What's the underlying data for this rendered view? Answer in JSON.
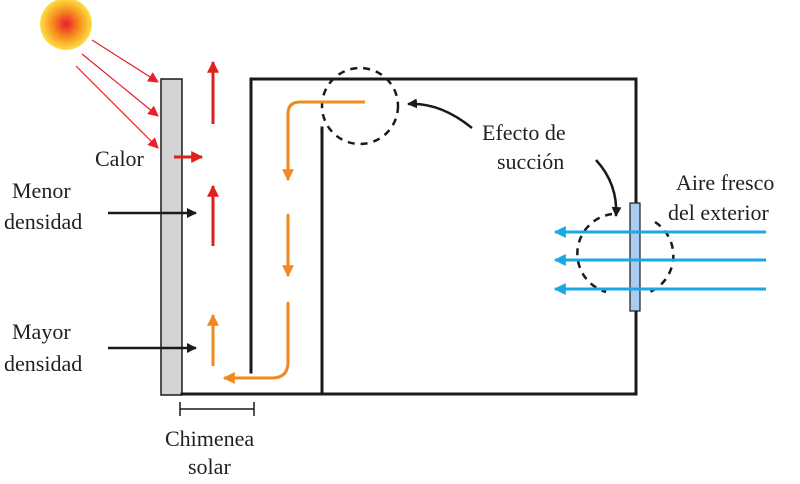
{
  "labels": {
    "calor": "Calor",
    "menor_line1": "Menor",
    "menor_line2": "densidad",
    "mayor_line1": "Mayor",
    "mayor_line2": "densidad",
    "efecto_line1": "Efecto de",
    "efecto_line2": "succión",
    "aire_line1": "Aire fresco",
    "aire_line2": "del exterior",
    "chimenea_line1": "Chimenea",
    "chimenea_line2": "solar"
  },
  "colors": {
    "sun_core": "#e8202a",
    "sun_edge": "#fde047",
    "sun_rays": "#e8202a",
    "heat_arrows": "#e0201e",
    "warm_air_arrows": "#f08a1e",
    "fresh_air_arrows": "#1aa8e6",
    "wall": "#d4d4d6",
    "window": "#a9cdef",
    "outline": "#1a1a1a"
  },
  "icons": {
    "sun": "sun-icon"
  }
}
